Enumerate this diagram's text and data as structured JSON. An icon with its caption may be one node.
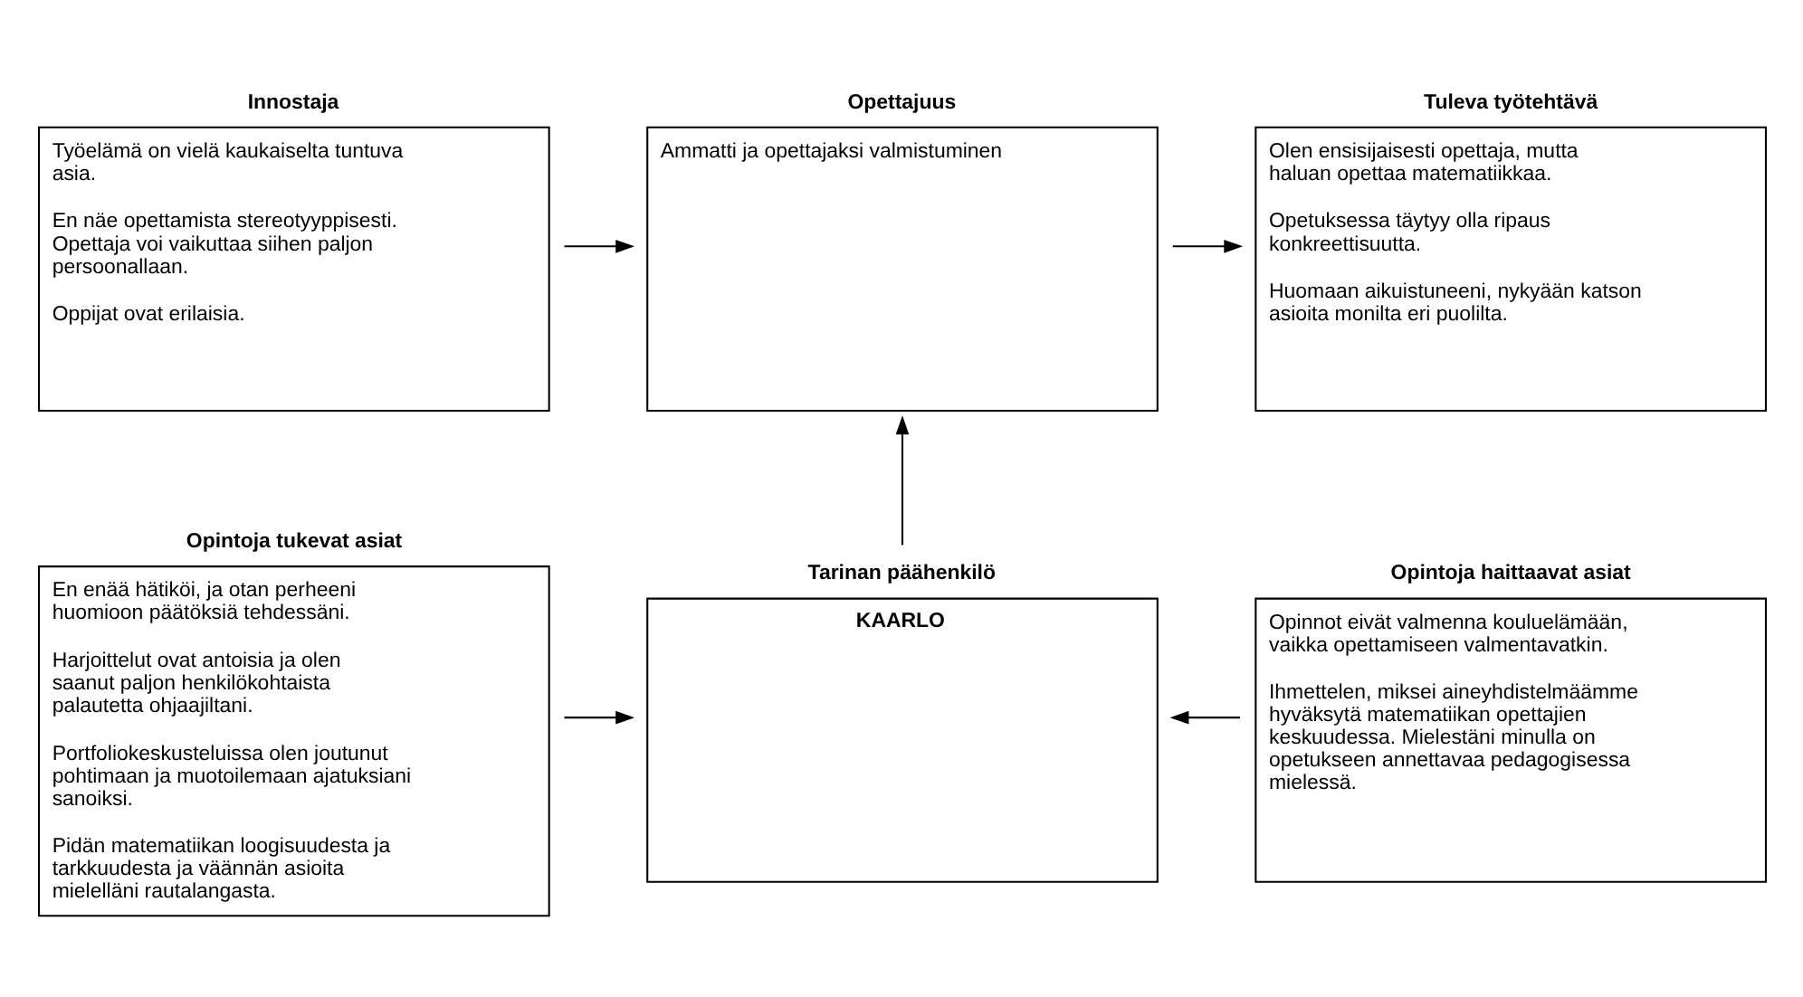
{
  "diagram": {
    "nodes": [
      {
        "text": [
          "Innostaja",
          "Työelämä on vielä kaukaiselta tuntuva asia.",
          "En näe opettamista stereotyyppisesti. Opettaja voi vaikuttaa siihen paljon persoonallaan.",
          "Oppijat ovat erilaisia."
        ]
      },
      {
        "text": [
          "Opettajuus",
          "Ammatti ja opettajaksi valmistuminen"
        ]
      },
      {
        "text": [
          "Tuleva työtehtävä",
          "Olen ensisijaisesti opettaja, mutta haluan opettaa matematiikkaa.",
          "Opetuksessa täytyy olla ripaus konkreettisuutta.",
          "Huomaan aikuistuneeni, nykyään katson asioita monilta eri puolilta."
        ]
      },
      {
        "text": [
          "Opintoja tukevat asiat",
          "En enää hätiköi, ja otan perheeni huomioon päätöksiä tehdessäni.",
          "Harjoittelut ovat antoisia ja olen saanut paljon henkilökohtaista palautetta ohjaajiltani.",
          "Portfoliokeskusteluissa olen joutunut pohtimaan ja muotoilemaan ajatuksiani sanoiksi.",
          "Pidän matematiikan loogisuudesta ja tarkkuudesta ja väännän asioita mielelläni rautalangasta."
        ]
      },
      {
        "text": [
          "Tarinan päähenkilö",
          "KAARLO"
        ]
      },
      {
        "text": [
          "Opintoja haittaavat asiat",
          "Opinnot eivät valmenna kouluelämään, vaikka opettamiseen valmentavatkin.",
          "Ihmettelen, miksei aineyhdistelmäämme hyväksytä matematiikan opettajien keskuudessa. Mielestäni minulla on opetukseen annettavaa pedagogisessa mielessä."
        ]
      }
    ],
    "edges": [
      {
        "from": 0,
        "to": 1,
        "arrow": "to"
      },
      {
        "from": 1,
        "to": 2,
        "arrow": "to"
      },
      {
        "from": 3,
        "to": 4,
        "arrow": "to"
      },
      {
        "from": 5,
        "to": 4,
        "arrow": "to"
      },
      {
        "from": 4,
        "to": 1,
        "arrow": "to"
      }
    ]
  }
}
